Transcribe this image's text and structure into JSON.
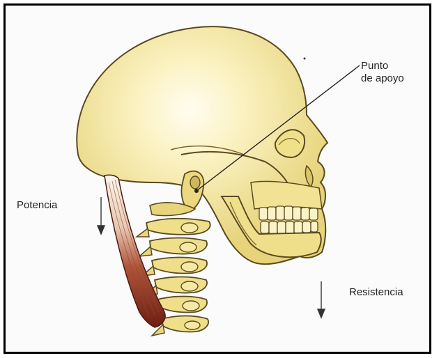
{
  "labels": {
    "fulcrum_line1": "Punto",
    "fulcrum_line2": "de apoyo",
    "effort": "Potencia",
    "resistance": "Resistencia"
  },
  "colors": {
    "bone": "#efe08c",
    "bone_highlight": "#fffdf0",
    "outline": "#5a4a20",
    "muscle": "#8b2a1a",
    "frame": "#000000"
  },
  "icons": [
    "down-arrow-icon",
    "down-arrow-icon"
  ]
}
